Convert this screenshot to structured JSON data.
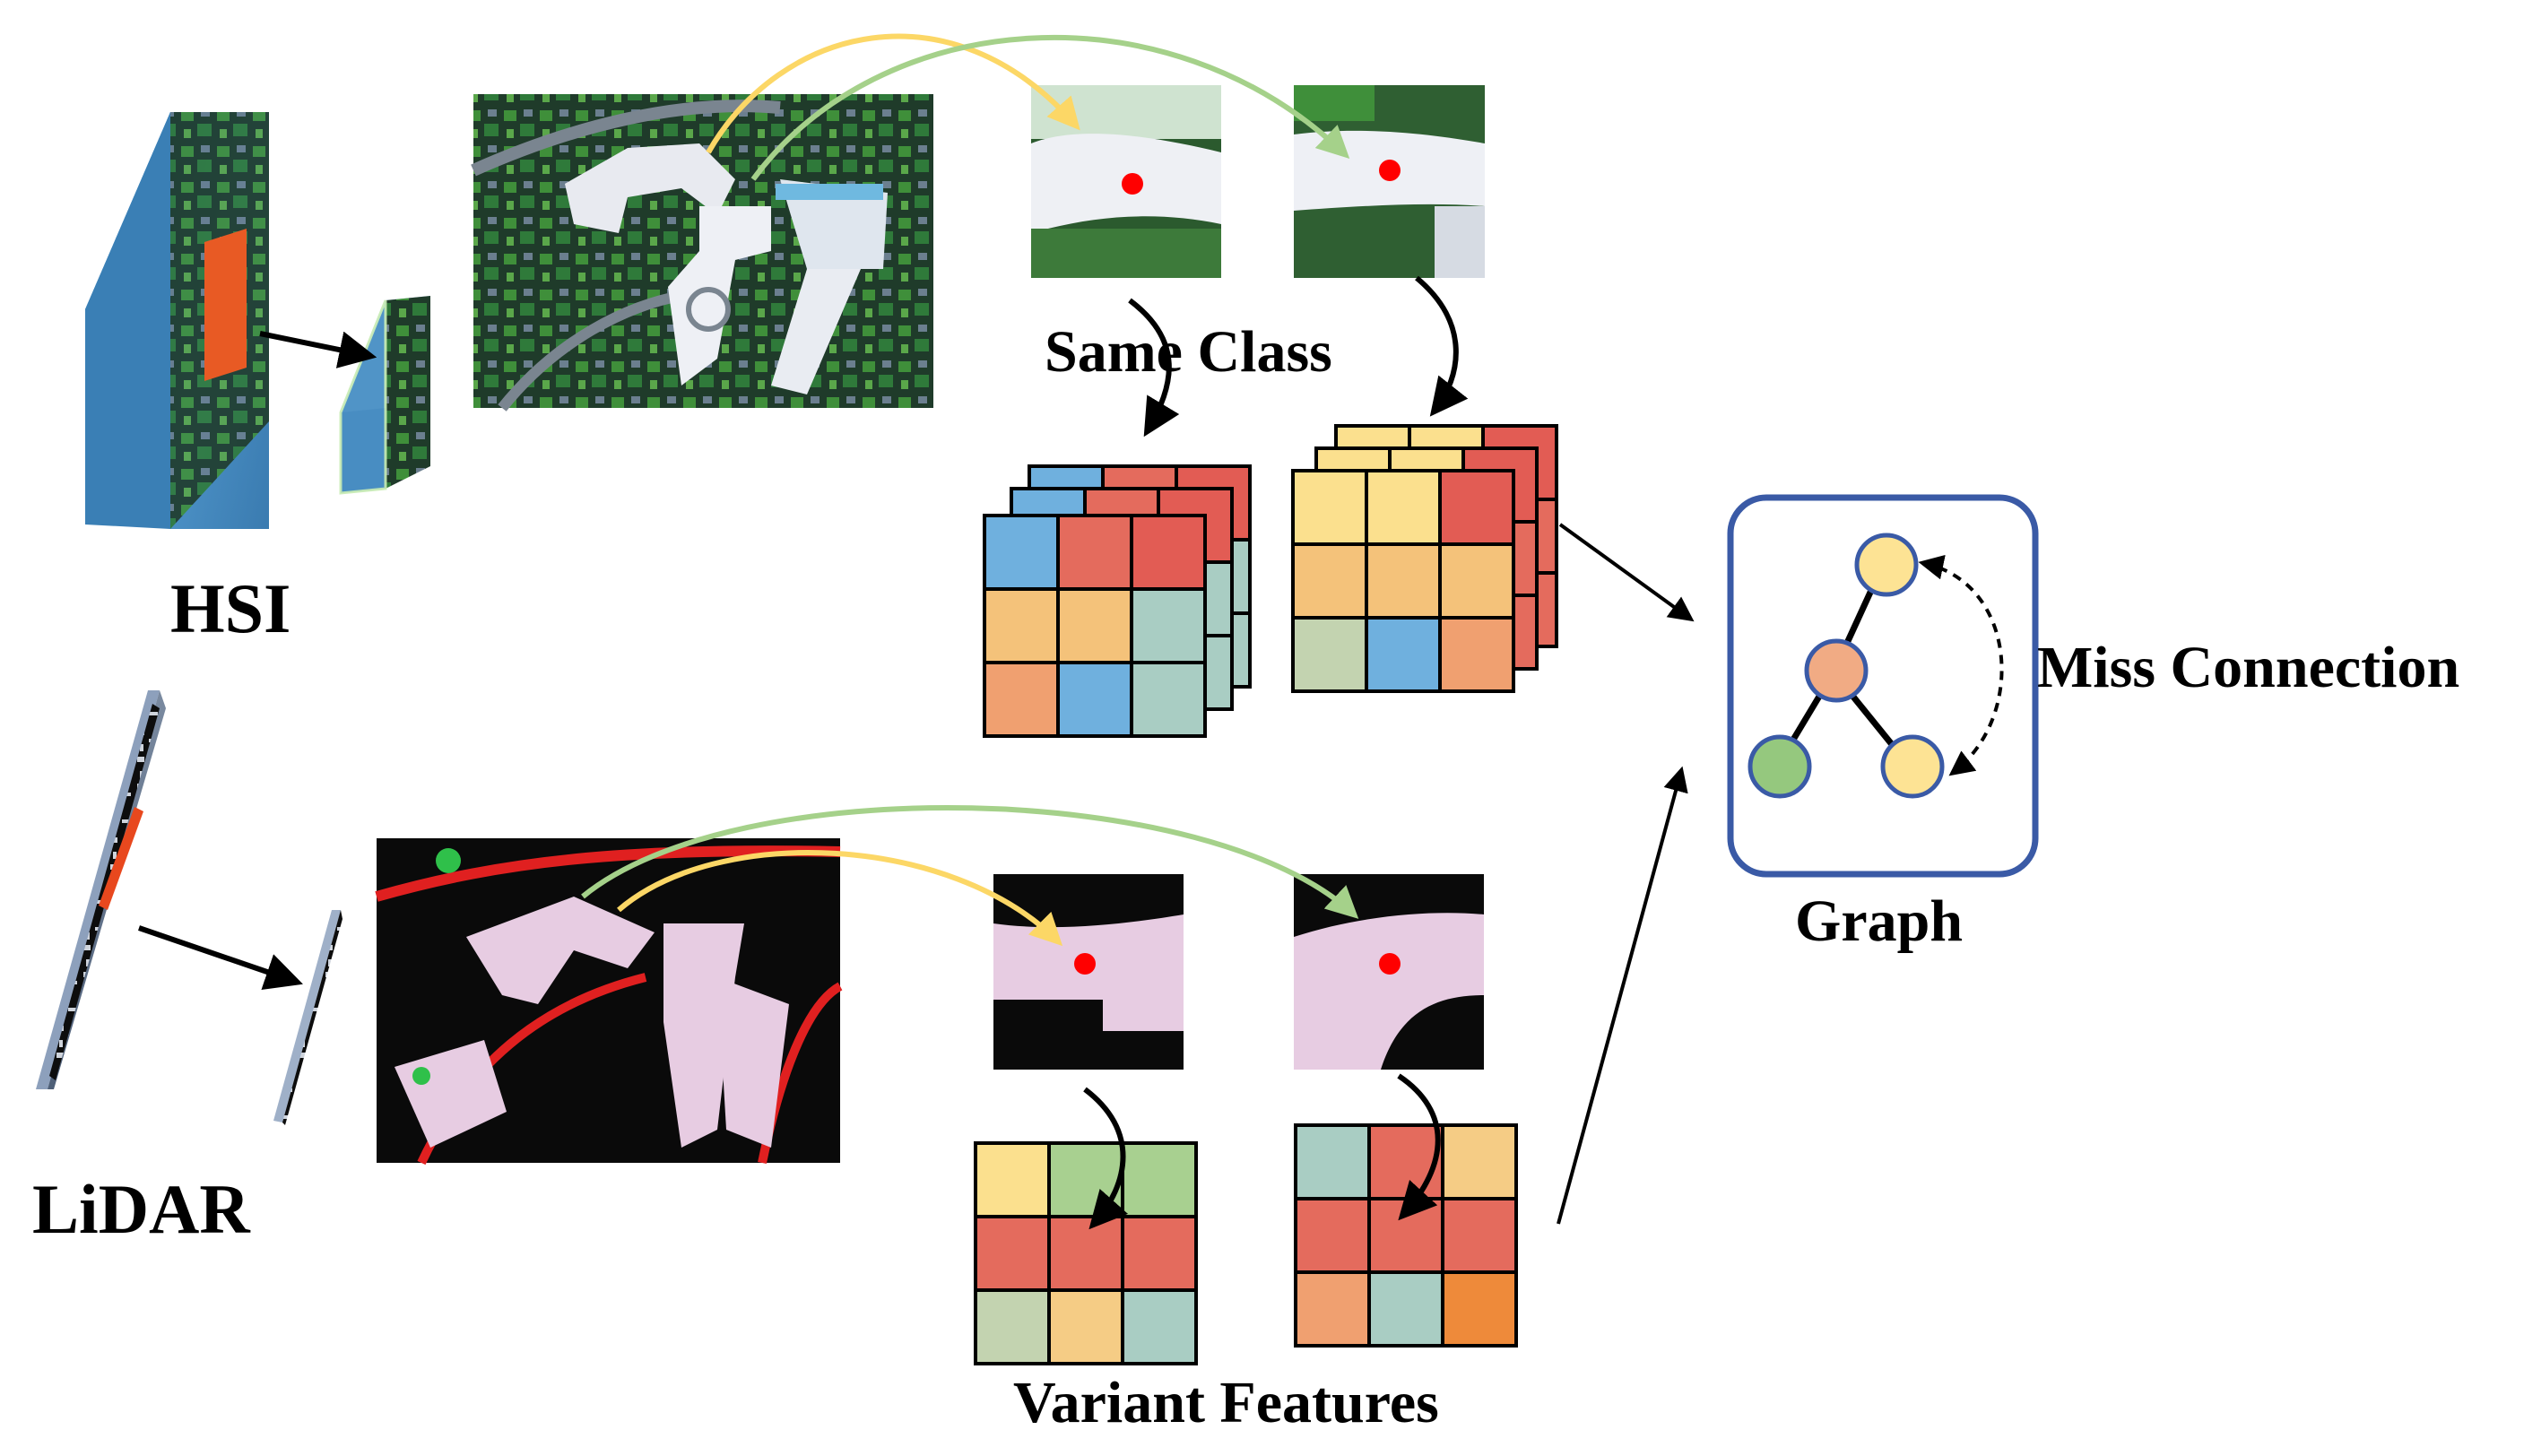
{
  "labels": {
    "hsi": "HSI",
    "lidar": "LiDAR",
    "same_class": "Same Class",
    "graph": "Graph",
    "miss_connection": "Miss Connection",
    "variant_features": "Variant Features"
  },
  "colors": {
    "cube_blue": "#4a8fc4",
    "cell_blue": "#6fb0de",
    "cell_red": "#e25c54",
    "cell_salmon": "#e46b5d",
    "cell_orange_light": "#f4c27a",
    "cell_yellow": "#fbe08e",
    "cell_sand": "#f5cc85",
    "cell_peach": "#f0a070",
    "cell_sage": "#c3d3b0",
    "cell_teal": "#a9cdc3",
    "cell_green": "#a8d090",
    "cell_orange": "#ee8a3a",
    "arrow_yellow": "#fcd766",
    "arrow_green": "#a5d18a",
    "point_red": "#ff0000",
    "graph_border": "#3a5aa6",
    "node_yellow": "#fde394",
    "node_orange": "#f1ab84",
    "node_green": "#95c87e",
    "node_border": "#3a5aa6",
    "lidar_building": "#e7cce2",
    "lidar_road": "#e02020"
  },
  "icons": {
    "hsi_cube": "hyperspectral-cube-icon",
    "lidar_slab": "lidar-slab-icon",
    "graph_nodes": "graph-nodes-icon"
  }
}
